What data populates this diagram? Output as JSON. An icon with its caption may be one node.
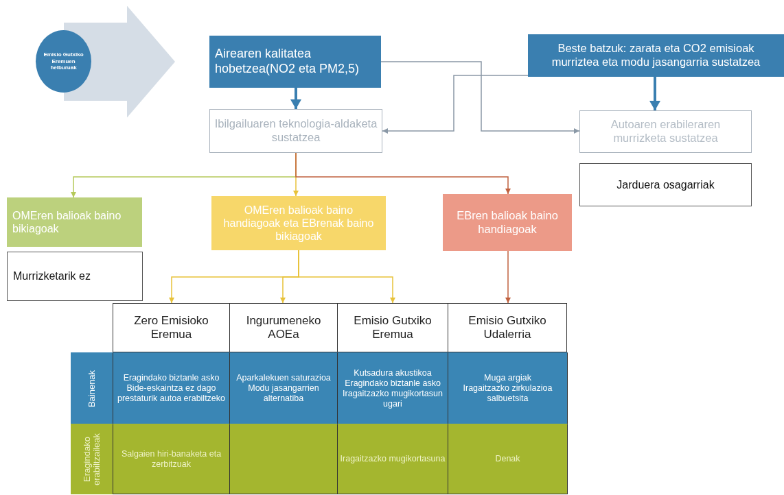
{
  "diagram": {
    "nodes": [
      {
        "text": [
          "Emisio Gutxiko Eremuen helburuak"
        ]
      },
      {
        "text": [
          "Airearen kalitatea hobetzea(NO2 eta PM2,5)"
        ]
      },
      {
        "text": [
          "Beste batzuk: zarata eta CO2 emisioak murriztea eta modu jasangarria sustatzea"
        ]
      },
      {
        "text": [
          "Ibilgailuaren teknologia-aldaketa sustatzea"
        ]
      },
      {
        "text": [
          "Autoaren erabileraren murrizketa sustatzea"
        ]
      },
      {
        "text": [
          "Jarduera osagarriak"
        ]
      },
      {
        "text": [
          "OMEren balioak baino bikiagoak"
        ]
      },
      {
        "text": [
          "OMEren balioak baino handiagoak eta EBrenak baino bikiagoak"
        ]
      },
      {
        "text": [
          "EBren balioak baino handiagoak"
        ]
      },
      {
        "text": [
          "Murrizketarik ez"
        ]
      },
      {
        "text": [
          "Zero Emisioko Eremua"
        ]
      },
      {
        "text": [
          "Ingurumeneko AOEa"
        ]
      },
      {
        "text": [
          "Emisio Gutxiko Eremua"
        ]
      },
      {
        "text": [
          "Emisio Gutxiko Udalerria"
        ]
      }
    ],
    "edges": [
      {
        "from": 0,
        "to": 1,
        "arrow": "to",
        "style": "thick",
        "color": "#d5dde6"
      },
      {
        "from": 1,
        "to": 3,
        "arrow": "to",
        "style": "thick",
        "color": "#3a7fb0"
      },
      {
        "from": 2,
        "to": 4,
        "arrow": "to",
        "style": "thick",
        "color": "#3a7fb0"
      },
      {
        "from": 1,
        "to": 4,
        "arrow": "to",
        "color": "#8a98a6"
      },
      {
        "from": 2,
        "to": 3,
        "arrow": "to",
        "color": "#8a98a6"
      },
      {
        "from": 3,
        "to": 6,
        "arrow": "to",
        "color": "#b5c95a"
      },
      {
        "from": 3,
        "to": 7,
        "arrow": "to",
        "color": "#e8c23a"
      },
      {
        "from": 3,
        "to": 8,
        "arrow": "to",
        "color": "#c0603e"
      },
      {
        "from": 7,
        "to": 10,
        "arrow": "to",
        "color": "#e8c23a"
      },
      {
        "from": 7,
        "to": 11,
        "arrow": "to",
        "color": "#e8c23a"
      },
      {
        "from": 7,
        "to": 12,
        "arrow": "to",
        "color": "#e8c23a"
      },
      {
        "from": 8,
        "to": 13,
        "arrow": "to",
        "color": "#c0603e"
      }
    ],
    "labels": [
      "Bainenak",
      "Eragindako biztanle asko",
      "Bide-eskaintza ez dago prestaturik autoa erabiltzeko",
      "Aparkalekuen saturazioa",
      "Modu jasangarrien alternatiba",
      "Kutsadura akustikoa",
      "Eragindako biztanle asko",
      "Iragaitzazko mugikortasun ugari",
      "Muga argiak",
      "Iragaitzazko zirkulazioa salbuetsita",
      "Eragindako erabiltzaileak",
      "Salgaien hiri-banaketa eta zerbitzuak",
      "Iragaitzazko mugikortasuna",
      "Denak"
    ]
  }
}
